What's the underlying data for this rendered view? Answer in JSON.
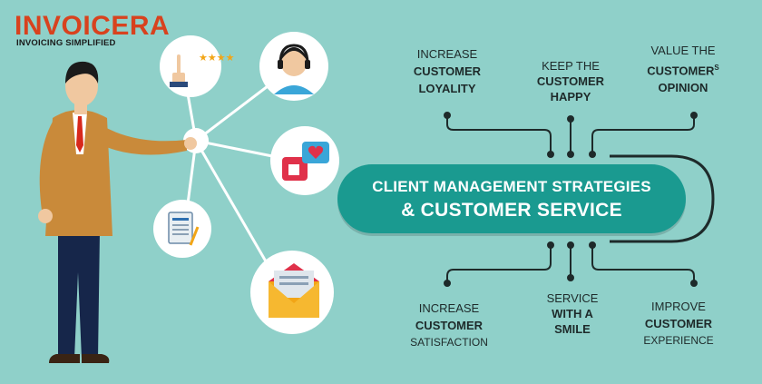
{
  "brand": {
    "logo": "INVOICERA",
    "tagline": "INVOICING SIMPLIFIED",
    "accent": "#d8421e"
  },
  "center": {
    "line1": "CLIENT MANAGEMENT STRATEGIES",
    "line2": "& CUSTOMER SERVICE",
    "color": "#1a9a90"
  },
  "labels": {
    "top_left": {
      "l1": "INCREASE",
      "l2": "CUSTOMER",
      "l3": "LOYALITY"
    },
    "top_middle": {
      "l1": "KEEP THE",
      "l2": "CUSTOMER",
      "l3": "HAPPY"
    },
    "top_right": {
      "l1": "VALUE THE",
      "l2": "CUSTOMER",
      "l2_sup": "S",
      "l3": "OPINION"
    },
    "bottom_left": {
      "l1": "INCREASE",
      "l2": "CUSTOMER",
      "l3": "SATISFACTION"
    },
    "bottom_middle": {
      "l1": "SERVICE",
      "l2": "WITH A",
      "l3": "SMILE"
    },
    "bottom_right": {
      "l1": "IMPROVE",
      "l2": "CUSTOMER",
      "l3": "EXPERIENCE"
    }
  },
  "rating_stars": "★★★★",
  "icons": [
    "rating-hand-icon",
    "support-agent-icon",
    "like-heart-icon",
    "document-icon",
    "email-icon"
  ],
  "colors": {
    "background": "#8fd0c9",
    "connector": "#1e2a2a",
    "circle": "#ffffff"
  }
}
